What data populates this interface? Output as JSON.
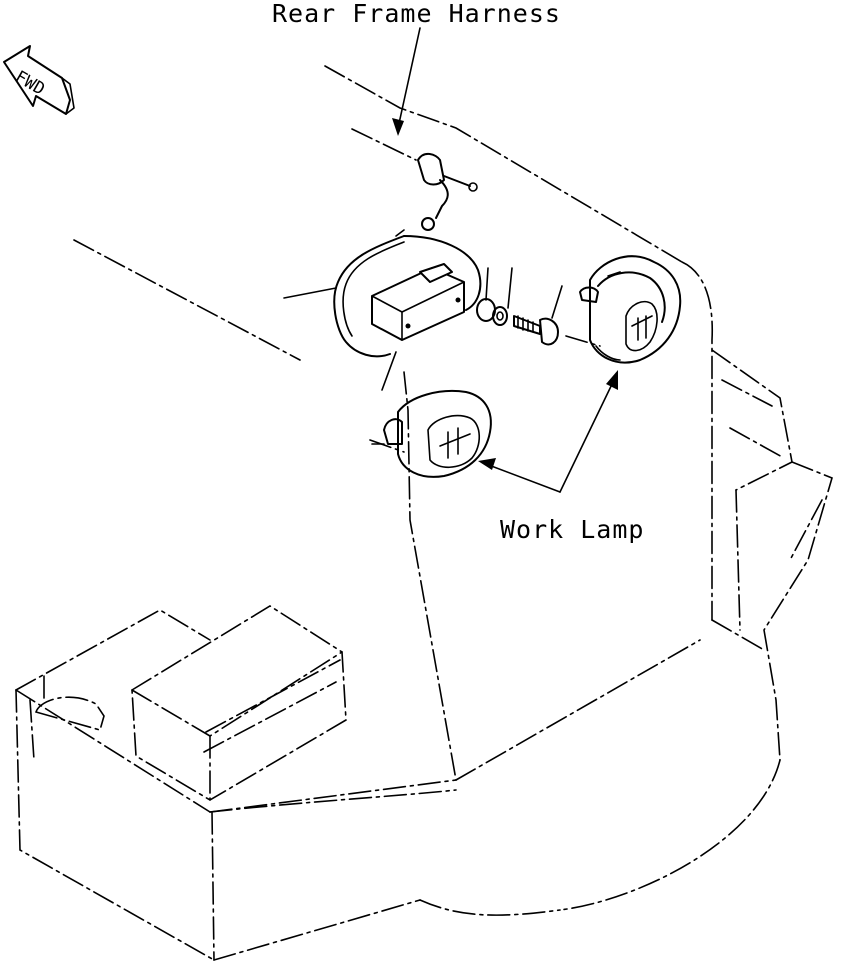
{
  "labels": {
    "rear_frame_harness": "Rear Frame Harness",
    "work_lamp": "Work Lamp",
    "fwd": "FWD"
  }
}
